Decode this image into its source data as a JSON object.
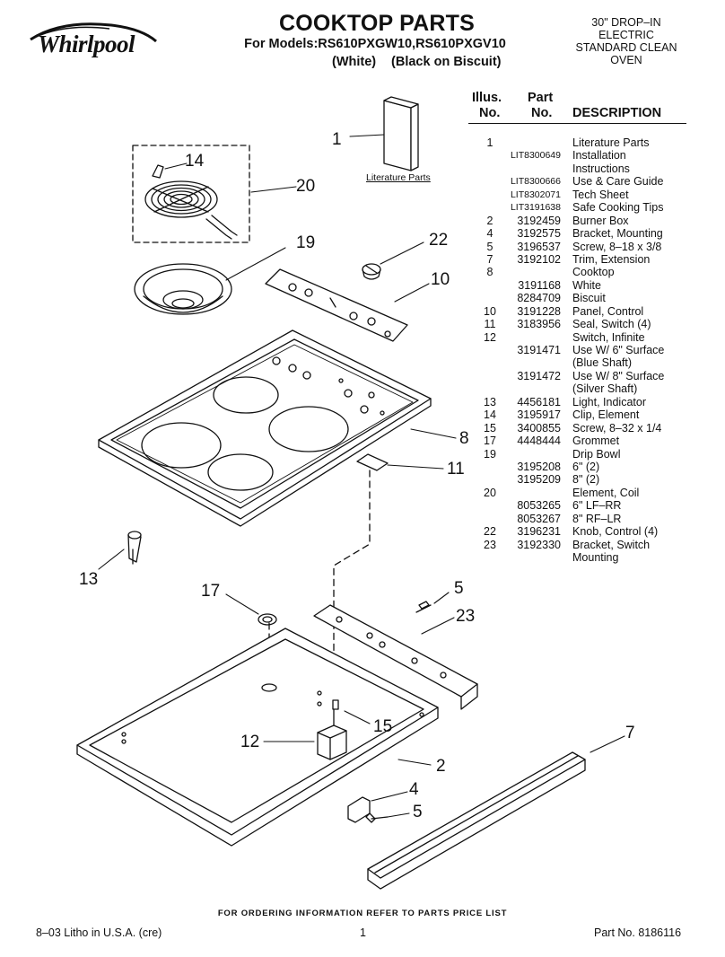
{
  "header": {
    "brand": "Whirlpool",
    "title": "COOKTOP PARTS",
    "models_line": "For Models:RS610PXGW10,RS610PXGV10",
    "variant_white": "(White)",
    "variant_biscuit": "(Black on Biscuit)",
    "product_desc": [
      "30\" DROP–IN",
      "ELECTRIC",
      "STANDARD CLEAN",
      "OVEN"
    ]
  },
  "parts_table": {
    "headers": {
      "illus_top": "Illus.",
      "illus_bottom": "No.",
      "part_top": "Part",
      "part_bottom": "No.",
      "description": "DESCRIPTION"
    },
    "rows": [
      {
        "illus": "1",
        "part": "",
        "desc": "Literature Parts"
      },
      {
        "illus": "",
        "part": "LIT8300649",
        "desc": "Installation"
      },
      {
        "illus": "",
        "part": "",
        "desc": "Instructions"
      },
      {
        "illus": "",
        "part": "LIT8300666",
        "desc": "Use & Care Guide"
      },
      {
        "illus": "",
        "part": "LIT8302071",
        "desc": "Tech Sheet"
      },
      {
        "illus": "",
        "part": "LIT3191638",
        "desc": "Safe Cooking Tips"
      },
      {
        "illus": "2",
        "part": "3192459",
        "desc": "Burner Box"
      },
      {
        "illus": "4",
        "part": "3192575",
        "desc": "Bracket, Mounting"
      },
      {
        "illus": "5",
        "part": "3196537",
        "desc": "Screw, 8–18 x 3/8"
      },
      {
        "illus": "7",
        "part": "3192102",
        "desc": "Trim, Extension"
      },
      {
        "illus": "8",
        "part": "",
        "desc": "Cooktop"
      },
      {
        "illus": "",
        "part": "3191168",
        "desc": "White"
      },
      {
        "illus": "",
        "part": "8284709",
        "desc": "Biscuit"
      },
      {
        "illus": "10",
        "part": "3191228",
        "desc": "Panel, Control"
      },
      {
        "illus": "11",
        "part": "3183956",
        "desc": "Seal, Switch (4)"
      },
      {
        "illus": "12",
        "part": "",
        "desc": "Switch, Infinite"
      },
      {
        "illus": "",
        "part": "3191471",
        "desc": "Use W/ 6\" Surface"
      },
      {
        "illus": "",
        "part": "",
        "desc": "(Blue Shaft)"
      },
      {
        "illus": "",
        "part": "3191472",
        "desc": "Use W/ 8\" Surface"
      },
      {
        "illus": "",
        "part": "",
        "desc": "(Silver Shaft)"
      },
      {
        "illus": "13",
        "part": "4456181",
        "desc": "Light, Indicator"
      },
      {
        "illus": "14",
        "part": "3195917",
        "desc": "Clip, Element"
      },
      {
        "illus": "15",
        "part": "3400855",
        "desc": "Screw, 8–32 x 1/4"
      },
      {
        "illus": "17",
        "part": "4448444",
        "desc": "Grommet"
      },
      {
        "illus": "19",
        "part": "",
        "desc": "Drip Bowl"
      },
      {
        "illus": "",
        "part": "3195208",
        "desc": "6\" (2)"
      },
      {
        "illus": "",
        "part": "3195209",
        "desc": "8\" (2)"
      },
      {
        "illus": "20",
        "part": "",
        "desc": "Element, Coil"
      },
      {
        "illus": "",
        "part": "8053265",
        "desc": "6\" LF–RR"
      },
      {
        "illus": "",
        "part": "8053267",
        "desc": "8\" RF–LR"
      },
      {
        "illus": "22",
        "part": "3196231",
        "desc": "Knob, Control (4)"
      },
      {
        "illus": "23",
        "part": "3192330",
        "desc": "Bracket, Switch"
      },
      {
        "illus": "",
        "part": "",
        "desc": "Mounting"
      }
    ]
  },
  "diagram": {
    "literature_label": "Literature Parts",
    "callouts": {
      "c1": "1",
      "c14": "14",
      "c20": "20",
      "c19": "19",
      "c22": "22",
      "c10": "10",
      "c8": "8",
      "c11": "11",
      "c13": "13",
      "c17": "17",
      "c5a": "5",
      "c23": "23",
      "c15": "15",
      "c12": "12",
      "c2": "2",
      "c7": "7",
      "c4": "4",
      "c5b": "5"
    }
  },
  "footer": {
    "ordering_note": "FOR ORDERING INFORMATION REFER TO PARTS PRICE LIST",
    "litho": "8–03 Litho in U.S.A. (cre)",
    "page": "1",
    "part_no": "Part No. 8186116"
  }
}
